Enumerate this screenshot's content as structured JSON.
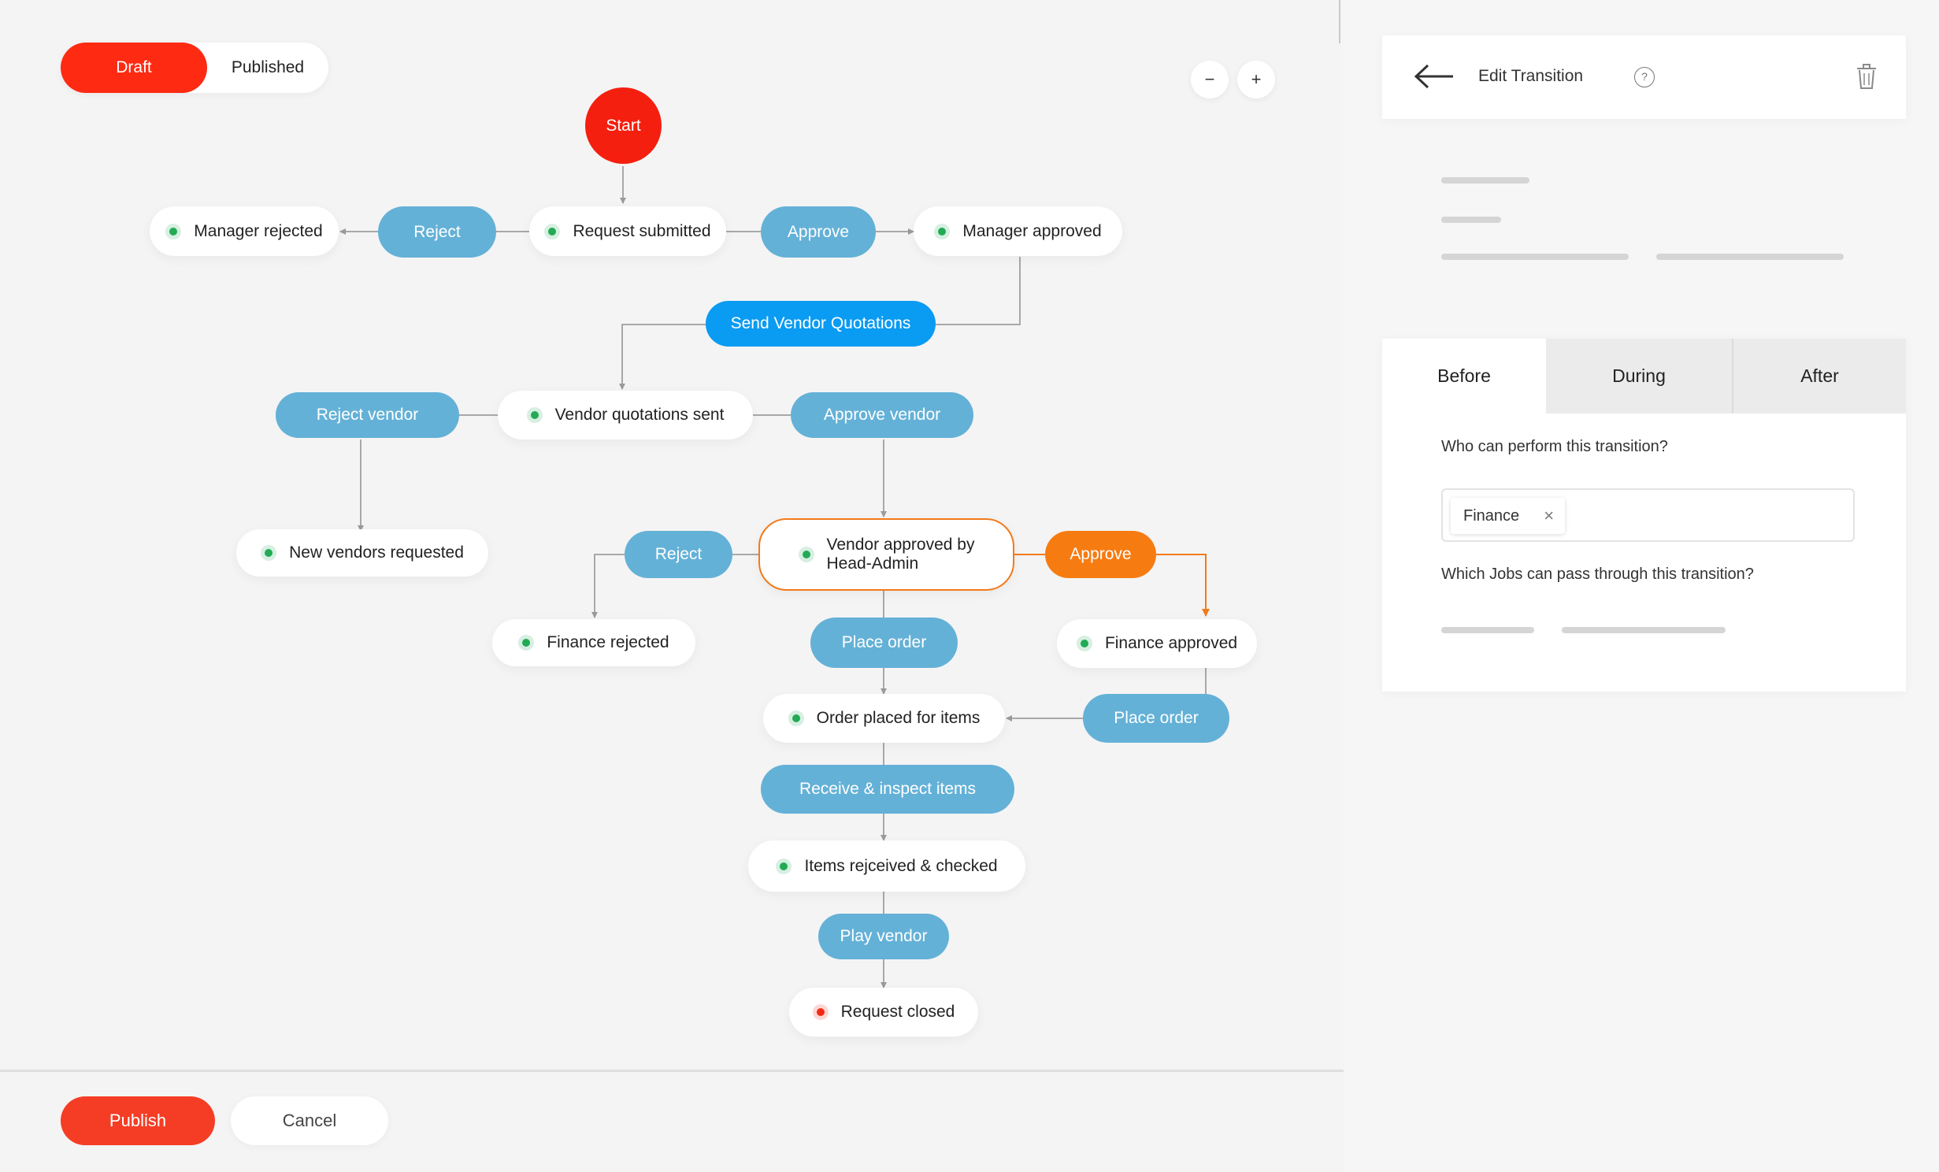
{
  "status_toggle": {
    "active": "Draft",
    "inactive": "Published"
  },
  "zoom": {
    "out": "−",
    "in": "+"
  },
  "workflow": {
    "start": "Start",
    "states": {
      "manager_rejected": "Manager rejected",
      "request_submitted": "Request submitted",
      "manager_approved": "Manager approved",
      "vendor_quotations_sent": "Vendor quotations sent",
      "new_vendors_requested": "New vendors requested",
      "vendor_approved_line1": "Vendor approved by",
      "vendor_approved_line2": "Head-Admin",
      "finance_rejected": "Finance rejected",
      "finance_approved": "Finance approved",
      "order_placed": "Order placed for items",
      "items_received": "Items rejceived & checked",
      "request_closed": "Request closed"
    },
    "transitions": {
      "reject_1": "Reject",
      "approve_1": "Approve",
      "send_vendor_quotations": "Send Vendor Quotations",
      "reject_vendor": "Reject vendor",
      "approve_vendor": "Approve vendor",
      "reject_2": "Reject",
      "approve_2": "Approve",
      "place_order_1": "Place order",
      "place_order_2": "Place order",
      "receive_inspect": "Receive & inspect items",
      "play_vendor": "Play vendor"
    },
    "colors": {
      "transition": "#64b1d7",
      "primary": "#0a9bf2",
      "selected": "#f67c12",
      "start": "#f51f0f",
      "ok_dot": "#22aa55",
      "end_dot": "#f02b14"
    }
  },
  "footer": {
    "publish": "Publish",
    "cancel": "Cancel"
  },
  "panel": {
    "title": "Edit Transition",
    "help": "?",
    "back_icon": "arrow-left-icon",
    "delete_icon": "trash-icon",
    "tabs": [
      "Before",
      "During",
      "After"
    ],
    "active_tab": "Before",
    "who_label": "Who can perform this transition?",
    "chip": "Finance",
    "chip_remove": "×",
    "jobs_label": "Which Jobs can pass through this transition?"
  }
}
